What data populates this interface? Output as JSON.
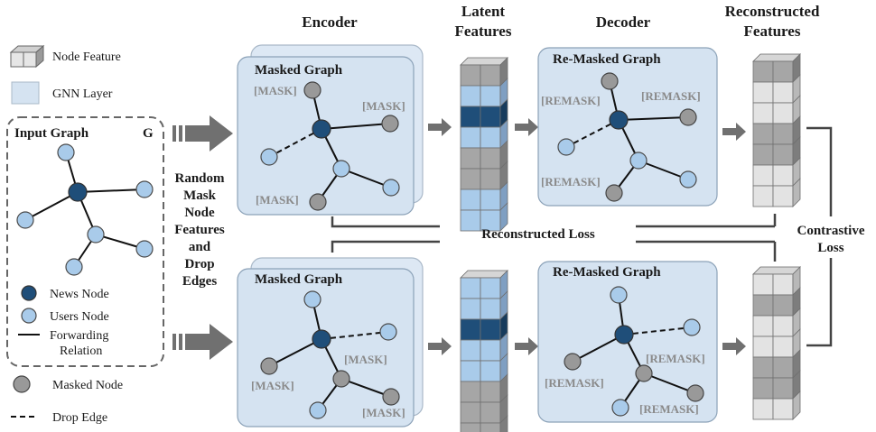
{
  "headers": {
    "encoder": "Encoder",
    "latent_1": "Latent",
    "latent_2": "Features",
    "decoder": "Decoder",
    "recon_1": "Reconstructed",
    "recon_2": "Features"
  },
  "legend": {
    "node_feature": "Node Feature",
    "gnn_layer": "GNN Layer",
    "news_node": "News Node",
    "users_node": "Users Node",
    "forwarding_1": "Forwarding",
    "forwarding_2": "Relation",
    "masked_node": "Masked Node",
    "drop_edge": "Drop Edge"
  },
  "input_graph": {
    "title": "Input Graph",
    "symbol": "G"
  },
  "side_text": [
    "Random",
    "Mask",
    "Node",
    "Features",
    "and",
    "Drop",
    "Edges"
  ],
  "panels": {
    "masked_graph": "Masked Graph",
    "remasked_graph": "Re-Masked Graph"
  },
  "tags": {
    "mask": "[MASK]",
    "remask": "[REMASK]"
  },
  "losses": {
    "reconstructed": "Reconstructed Loss",
    "contrastive_1": "Contrastive",
    "contrastive_2": "Loss"
  },
  "colors": {
    "news_node": "#1f4e79",
    "user_node": "#a9cbea",
    "masked_node": "#999999",
    "gnn_layer": "#d5e3f1",
    "arrow": "#707070"
  },
  "latent_vectors": {
    "top": [
      "gray",
      "light",
      "dark",
      "light",
      "gray",
      "gray",
      "light",
      "light"
    ],
    "bottom": [
      "light",
      "light",
      "dark",
      "light",
      "light",
      "gray",
      "gray",
      "gray"
    ]
  },
  "reconstructed_vectors": {
    "top": [
      "gray",
      "white",
      "white",
      "gray",
      "gray",
      "white",
      "white"
    ],
    "bottom": [
      "white",
      "gray",
      "white",
      "white",
      "gray",
      "gray",
      "white"
    ]
  }
}
